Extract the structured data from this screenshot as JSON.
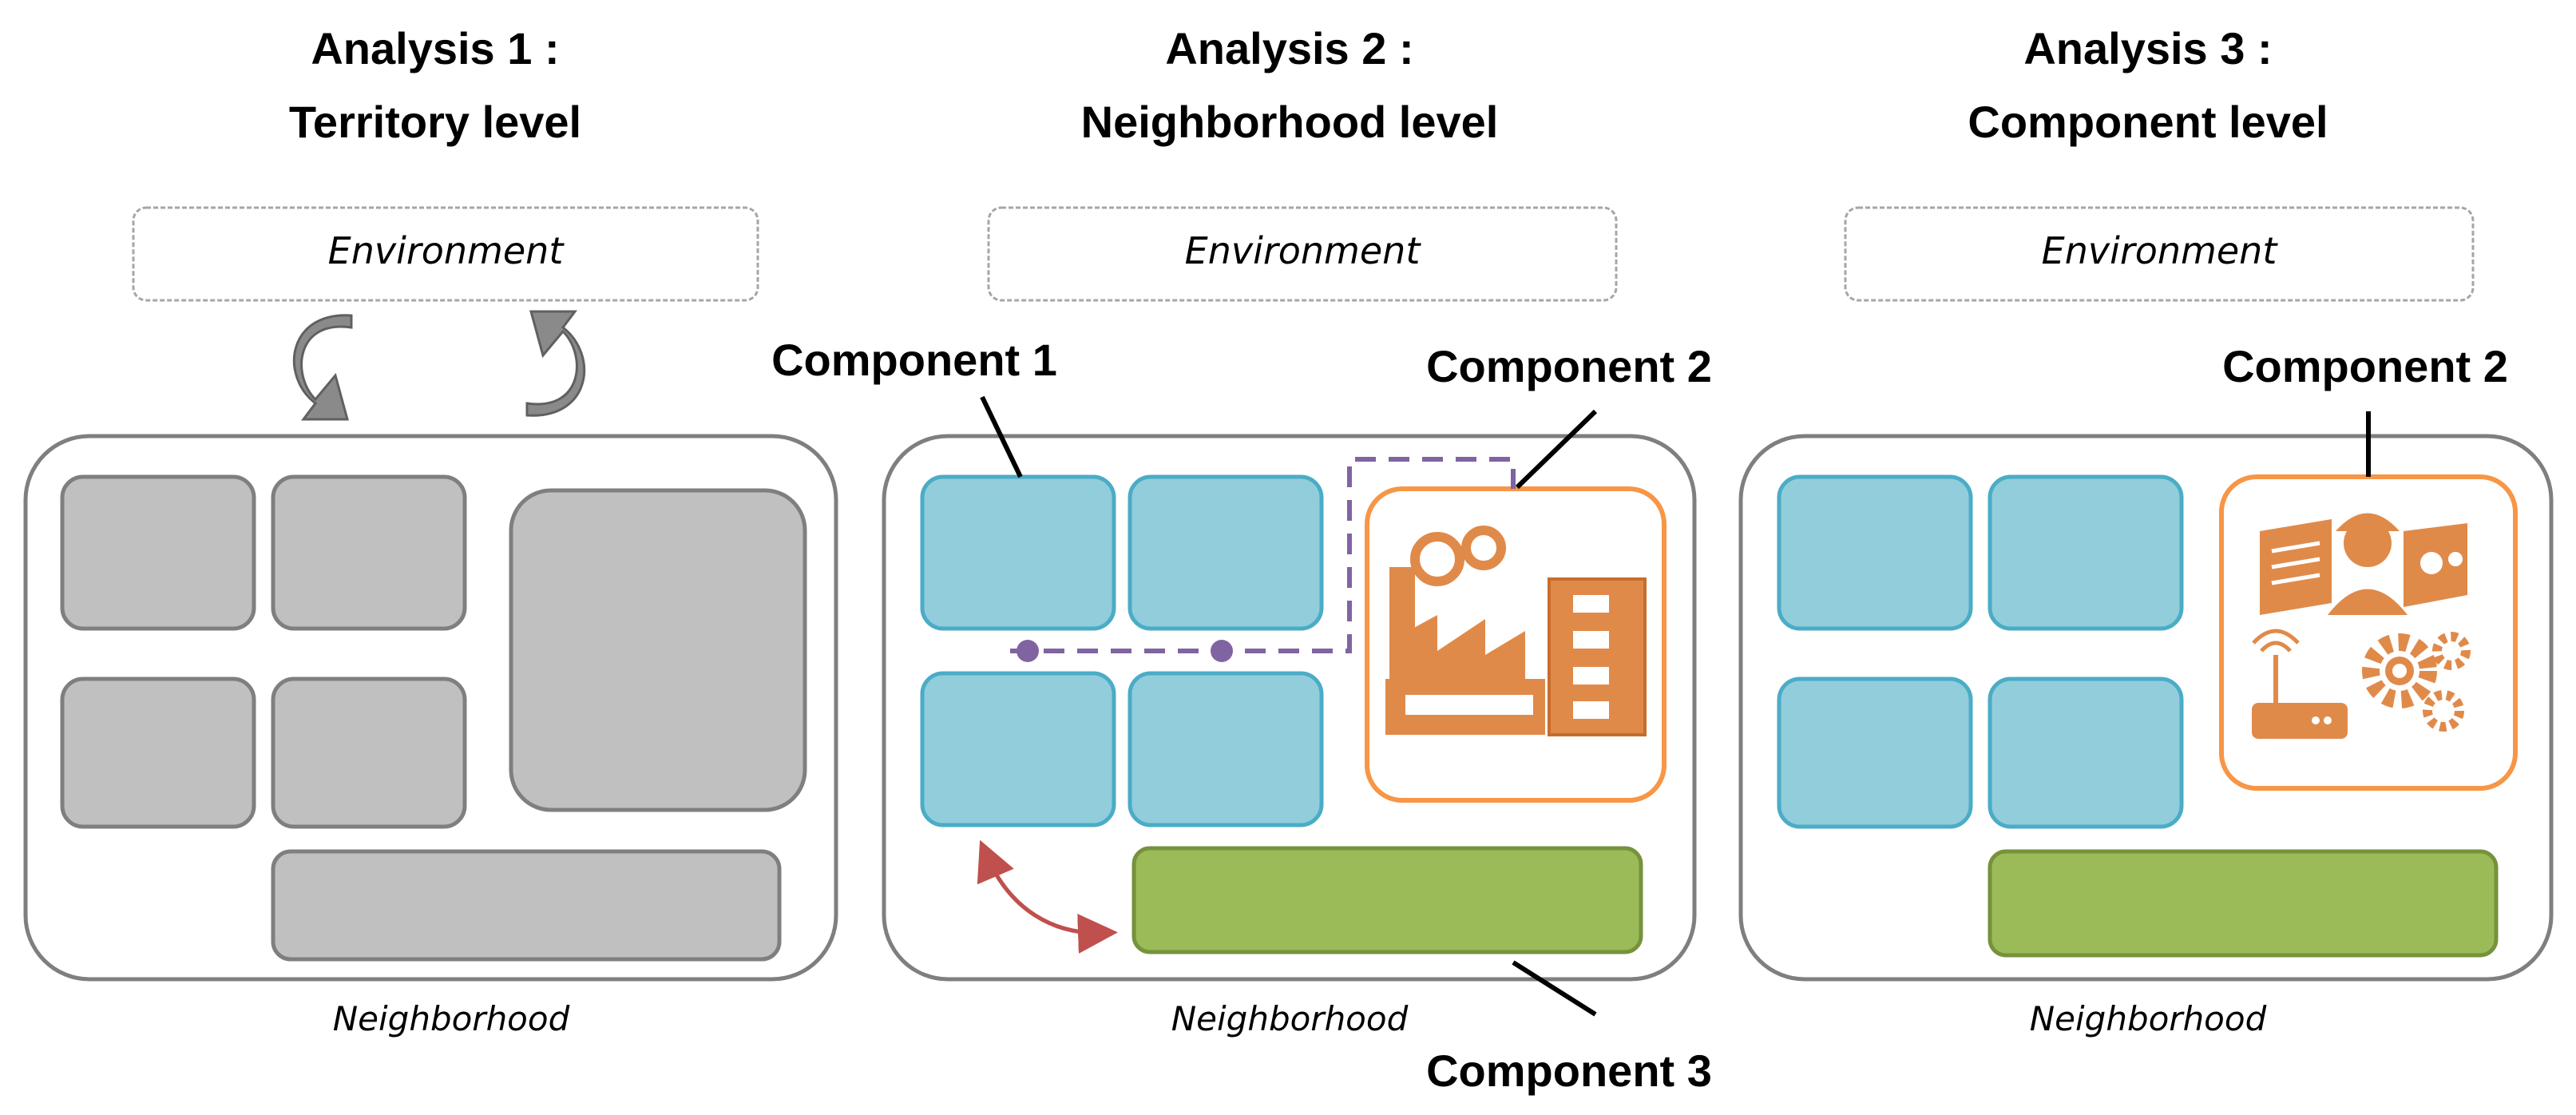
{
  "analyses": [
    {
      "title_line1": "Analysis 1 :",
      "title_line2": "Territory level",
      "environment": "Environment",
      "neighborhood": "Neighborhood"
    },
    {
      "title_line1": "Analysis 2 :",
      "title_line2": "Neighborhood level",
      "environment": "Environment",
      "neighborhood": "Neighborhood"
    },
    {
      "title_line1": "Analysis 3 :",
      "title_line2": "Component level",
      "environment": "Environment",
      "neighborhood": "Neighborhood"
    }
  ],
  "component_labels": {
    "c1": "Component 1",
    "c2": "Component 2",
    "c3": "Component 3",
    "c2_analysis3": "Component 2"
  },
  "colors": {
    "grey_block": "#c0c0c0",
    "grey_border": "#7f7f7f",
    "blue_block": "#92cddc",
    "blue_border": "#4bacc6",
    "green_block": "#9bbb59",
    "green_border": "#76923c",
    "orange": "#f79646",
    "orange_fill": "#e08a4a",
    "purple": "#8064a2",
    "red_arrow": "#c0504d"
  }
}
